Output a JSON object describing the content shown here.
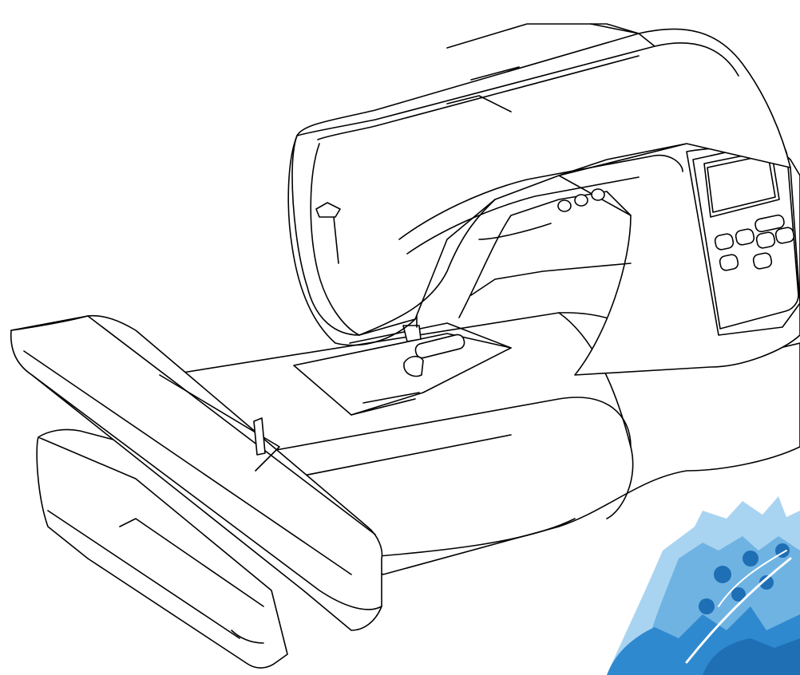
{
  "illustration": {
    "subject": "embroidery-sewing-machine",
    "line_color": "#000000",
    "fill_color": "#ffffff",
    "embroidery_colors": [
      "#2f89cf",
      "#6fb3e3",
      "#a9d4f1",
      "#1f6fb5",
      "#ffffff"
    ],
    "control_panel_buttons": 7,
    "head_buttons": 3
  }
}
